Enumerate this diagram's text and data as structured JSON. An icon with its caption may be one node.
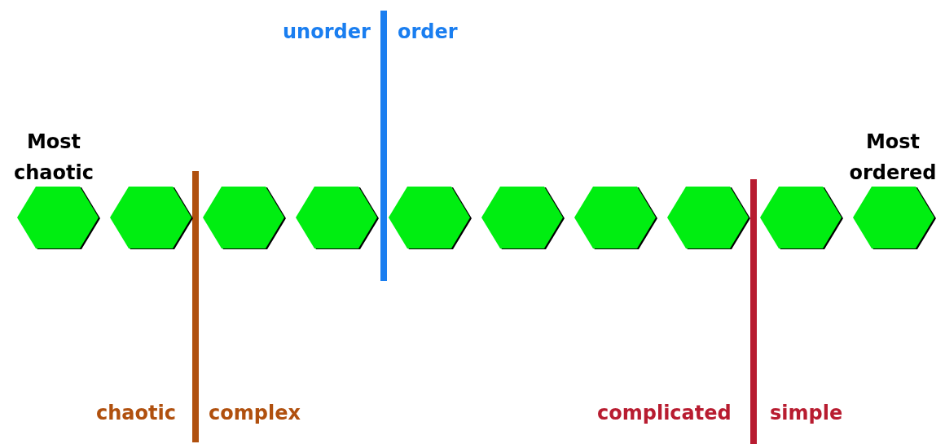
{
  "diagram": {
    "nodes": [
      {
        "text": [],
        "shape": "hexagon"
      },
      {
        "text": [],
        "shape": "hexagon"
      },
      {
        "text": [],
        "shape": "hexagon"
      },
      {
        "text": [],
        "shape": "hexagon"
      },
      {
        "text": [],
        "shape": "hexagon"
      },
      {
        "text": [],
        "shape": "hexagon"
      },
      {
        "text": [],
        "shape": "hexagon"
      },
      {
        "text": [],
        "shape": "hexagon"
      },
      {
        "text": [],
        "shape": "hexagon"
      },
      {
        "text": [],
        "shape": "hexagon"
      }
    ],
    "edges": [],
    "labels": [
      "unorder",
      "order",
      "Most chaotic",
      "Most ordered",
      "chaotic",
      "complex",
      "complicated",
      "simple"
    ]
  }
}
